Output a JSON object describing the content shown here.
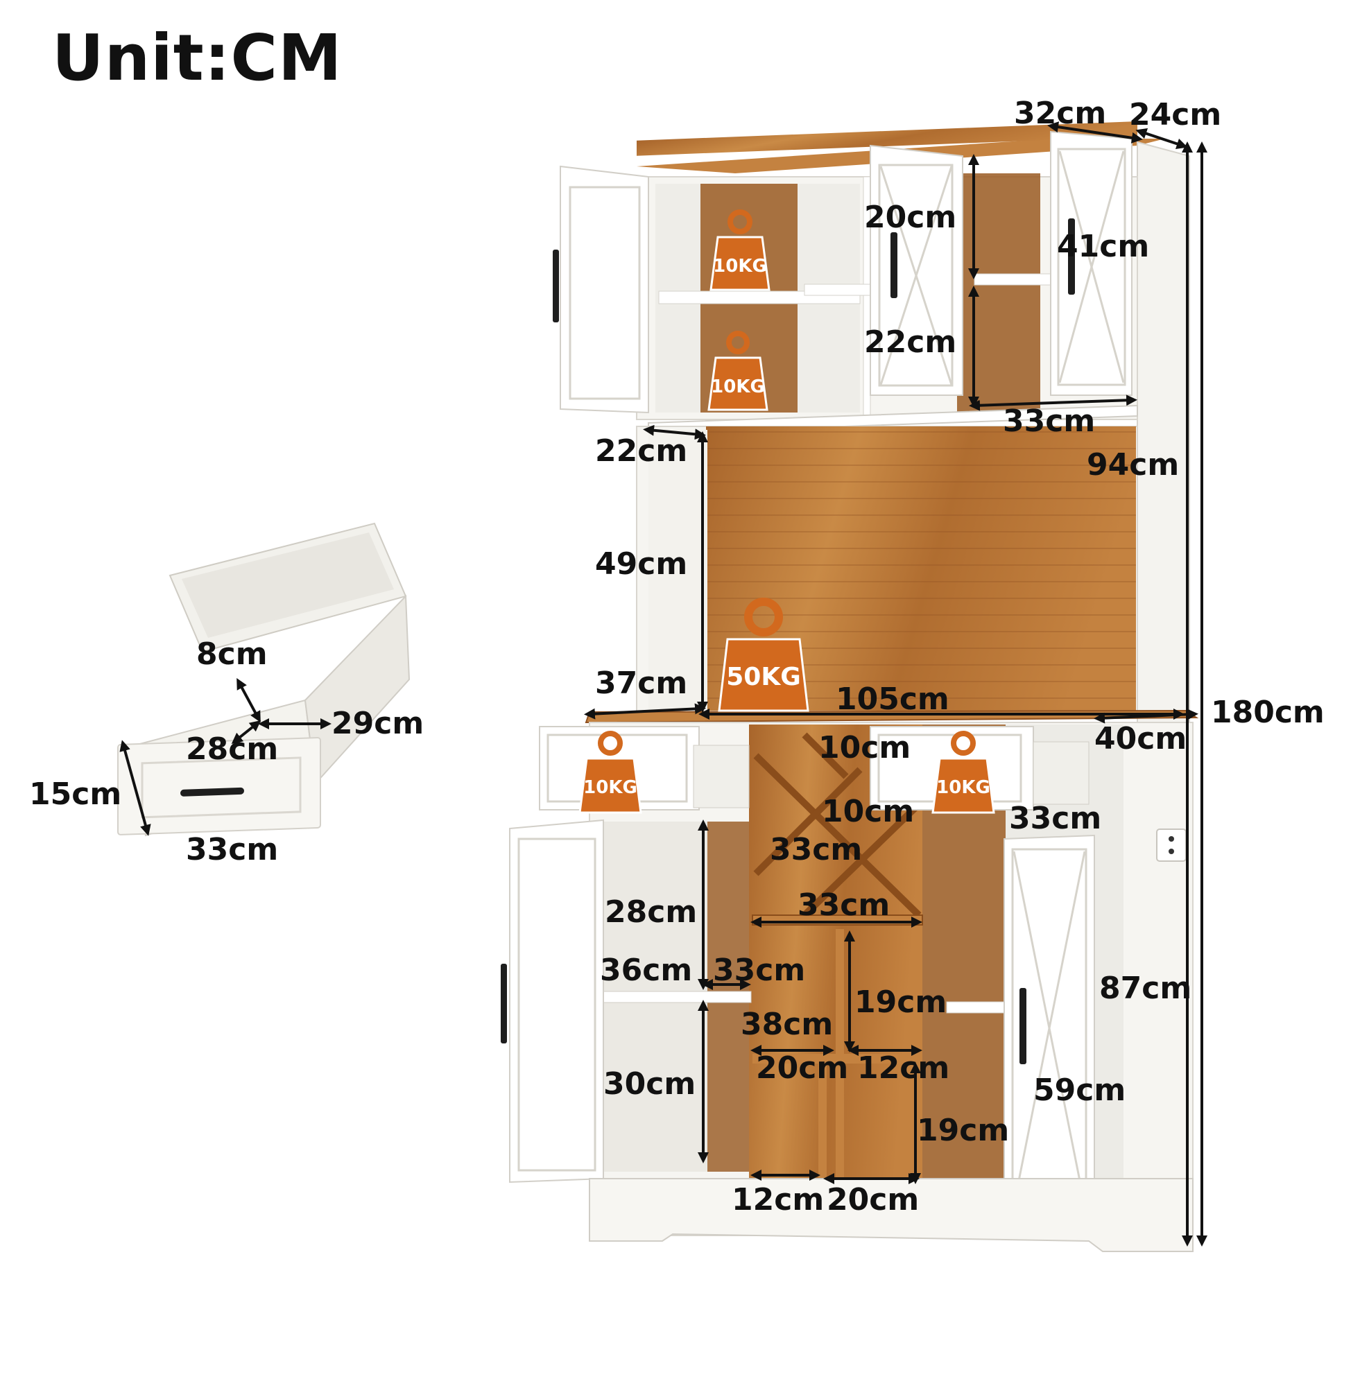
{
  "title": "Unit:CM",
  "colors": {
    "wood": "#b5712f",
    "wood_dark": "#8a4d1b",
    "cabinet_white": "#f6f5f1",
    "weight_badge": "#d2691e",
    "text": "#111111"
  },
  "weights": {
    "upper_shelf_top": "10KG",
    "upper_shelf_bottom": "10KG",
    "countertop": "50KG",
    "drawer_left": "10KG",
    "drawer_right": "10KG"
  },
  "drawer_dims": {
    "depth_top": "8cm",
    "depth": "29cm",
    "inner_width": "28cm",
    "height": "15cm",
    "width": "33cm"
  },
  "cabinet_dims": {
    "top_width_door": "32cm",
    "top_depth": "24cm",
    "upper_shelf_height": "20cm",
    "upper_door_height": "41cm",
    "upper_lower_shelf": "22cm",
    "upper_shelf_width": "33cm",
    "hutch_gap_top": "22cm",
    "hutch_width": "94cm",
    "hutch_open_height": "49cm",
    "counter_depth_left": "37cm",
    "counter_width": "105cm",
    "counter_depth": "40cm",
    "total_height": "180cm",
    "wine_cell_a": "10cm",
    "wine_cell_b": "10cm",
    "wine_rack_height": "33cm",
    "wine_rack_width": "33cm",
    "right_cabinet_width": "33cm",
    "lower_left_upper": "28cm",
    "lower_left_width": "36cm",
    "lower_left_depth": "33cm",
    "center_cell_height": "19cm",
    "center_width": "38cm",
    "center_cell_w1": "20cm",
    "center_cell_w2": "12cm",
    "lower_left_bottom": "30cm",
    "base_height": "87cm",
    "right_door_height": "59cm",
    "bottom_cell_height": "19cm",
    "bottom_cell_w1": "12cm",
    "bottom_cell_w2": "20cm"
  }
}
